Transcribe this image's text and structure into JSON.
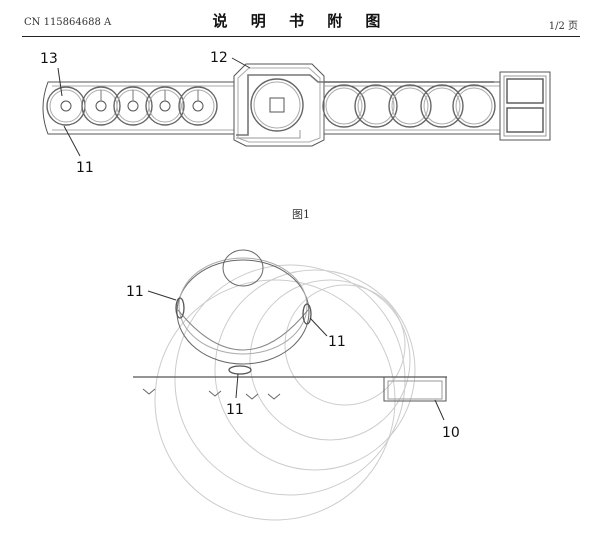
{
  "header": {
    "publication_number": "CN 115864688 A",
    "section_title": "说 明 书 附 图",
    "page_indicator": "1/2 页"
  },
  "figure1": {
    "caption": "图1",
    "labels": {
      "ref13": "13",
      "ref12": "12",
      "ref11": "11"
    }
  },
  "figure2": {
    "labels": {
      "ref11_left": "11",
      "ref11_right": "11",
      "ref11_bottom": "11",
      "ref10": "10"
    }
  }
}
